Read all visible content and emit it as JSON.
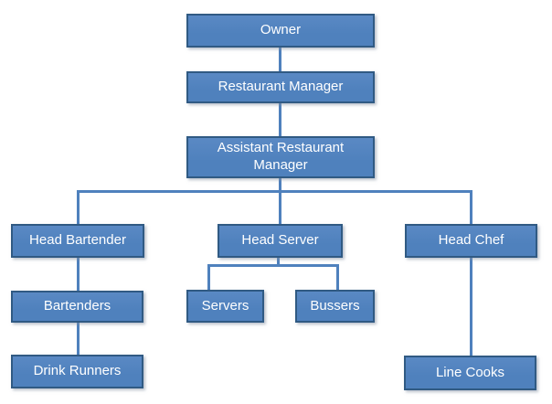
{
  "colors": {
    "background": "#ffffff",
    "box-fill": "#4f81bd",
    "box-fill-light": "#5a89c4",
    "box-border": "#305a83",
    "connector": "#4f81bd",
    "text": "#ffffff"
  },
  "org_chart": {
    "type": "organizational-chart",
    "nodes": {
      "owner": {
        "label": "Owner",
        "level": 1
      },
      "restaurant_manager": {
        "label": "Restaurant Manager",
        "level": 2
      },
      "assistant_restaurant_manager": {
        "label": "Assistant Restaurant Manager",
        "level": 3
      },
      "head_bartender": {
        "label": "Head Bartender",
        "level": 4
      },
      "head_server": {
        "label": "Head Server",
        "level": 4
      },
      "head_chef": {
        "label": "Head Chef",
        "level": 4
      },
      "bartenders": {
        "label": "Bartenders",
        "level": 5
      },
      "servers": {
        "label": "Servers",
        "level": 5
      },
      "bussers": {
        "label": "Bussers",
        "level": 5
      },
      "drink_runners": {
        "label": "Drink Runners",
        "level": 6
      },
      "line_cooks": {
        "label": "Line Cooks",
        "level": 6
      }
    },
    "edges": [
      {
        "from": "owner",
        "to": "restaurant_manager"
      },
      {
        "from": "restaurant_manager",
        "to": "assistant_restaurant_manager"
      },
      {
        "from": "assistant_restaurant_manager",
        "to": "head_bartender"
      },
      {
        "from": "assistant_restaurant_manager",
        "to": "head_server"
      },
      {
        "from": "assistant_restaurant_manager",
        "to": "head_chef"
      },
      {
        "from": "head_bartender",
        "to": "bartenders"
      },
      {
        "from": "bartenders",
        "to": "drink_runners"
      },
      {
        "from": "head_server",
        "to": "servers"
      },
      {
        "from": "head_server",
        "to": "bussers"
      },
      {
        "from": "head_chef",
        "to": "line_cooks"
      }
    ]
  }
}
